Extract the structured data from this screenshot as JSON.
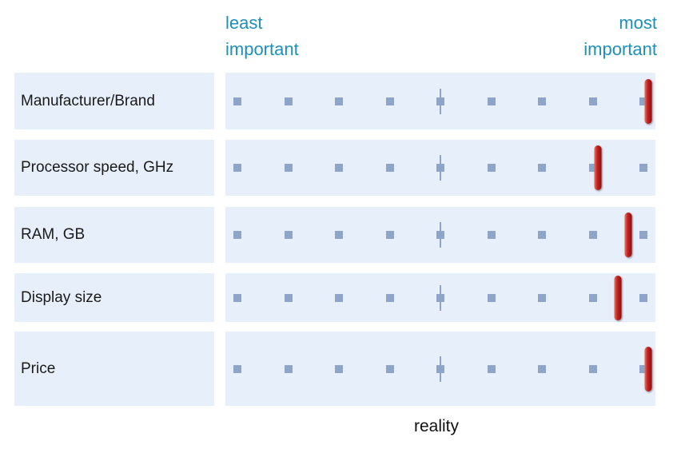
{
  "header": {
    "least_line1": "least",
    "least_line2": "important",
    "most_line1": "most",
    "most_line2": "important"
  },
  "scale": {
    "positions": 9,
    "midpoint": 5
  },
  "rows": [
    {
      "label": "Manufacturer/Brand",
      "value": 9
    },
    {
      "label": "Processor speed, GHz",
      "value": 8
    },
    {
      "label": "RAM, GB",
      "value": 8.6
    },
    {
      "label": "Display size",
      "value": 8.4
    },
    {
      "label": "Price",
      "value": 9
    }
  ],
  "footer": {
    "label": "reality"
  },
  "colors": {
    "accent_text": "#1e90b8",
    "track_bg": "#e7effb",
    "tick": "#8ea4c8",
    "handle": "#c21f1f"
  }
}
